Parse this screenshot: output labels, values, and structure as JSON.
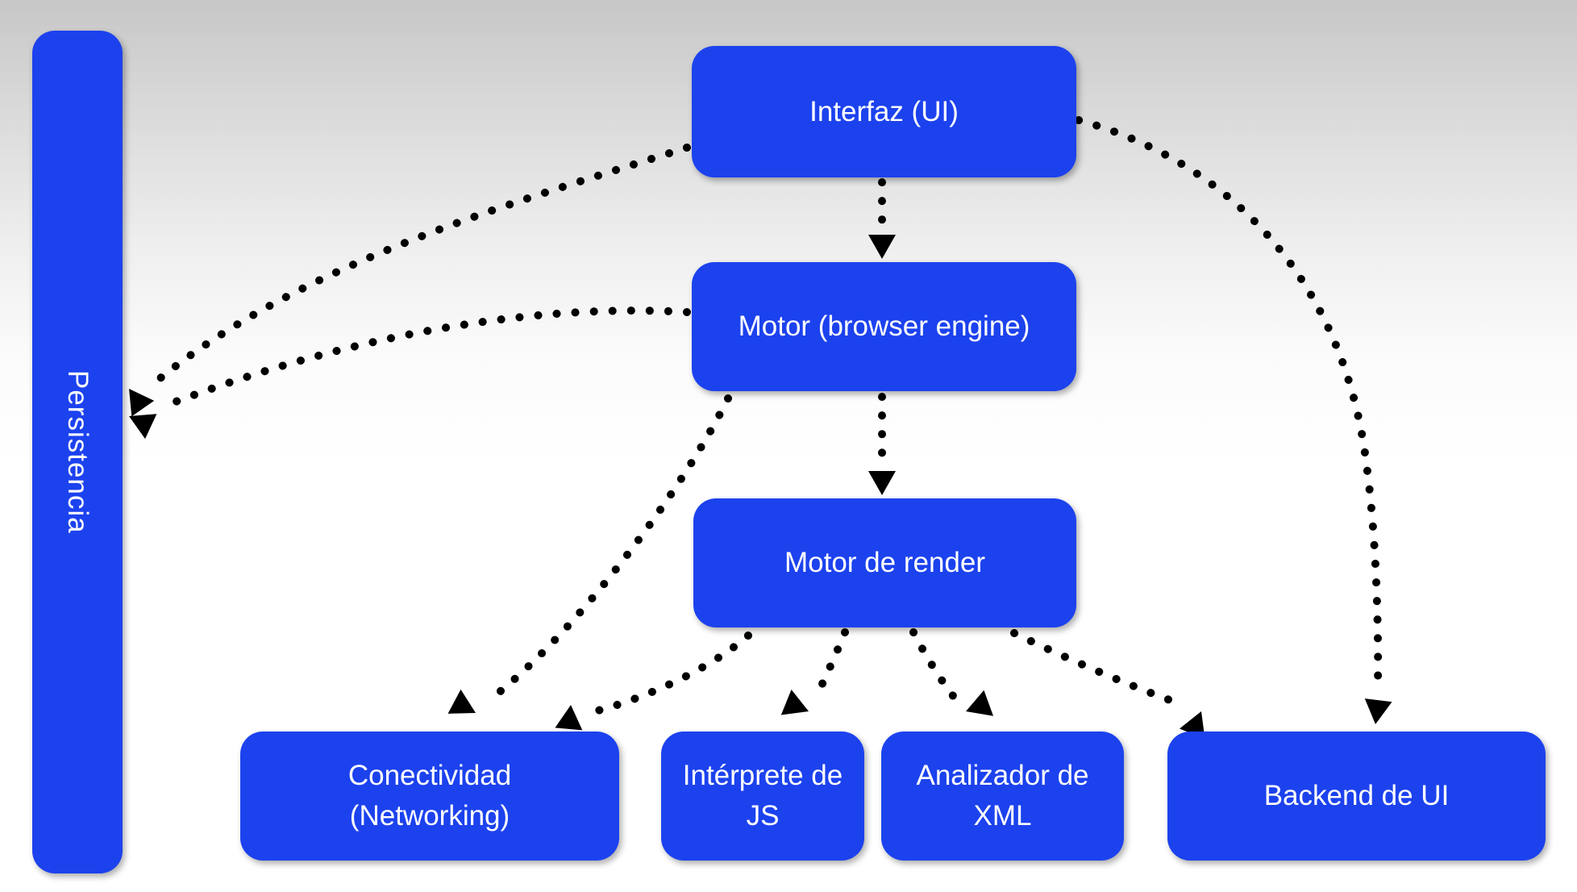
{
  "diagram": {
    "title_hint": "browser architecture diagram (Spanish)",
    "colors": {
      "box_fill": "#1c42ee",
      "box_text": "#ffffff",
      "connector": "#000000",
      "background_top": "#c7c7c7",
      "background_bottom": "#ffffff"
    },
    "nodes": {
      "persistencia": {
        "label": "Persistencia"
      },
      "interfaz": {
        "label": "Interfaz (UI)"
      },
      "motor": {
        "label": "Motor (browser engine)"
      },
      "render": {
        "label": "Motor de render"
      },
      "conectividad": {
        "label": "Conectividad (Networking)"
      },
      "interprete": {
        "label": "Intérprete de JS"
      },
      "analizador": {
        "label": "Analizador de XML"
      },
      "backend": {
        "label": "Backend de UI"
      }
    },
    "edges": [
      {
        "from": "interfaz",
        "to": "motor",
        "line": "dotted",
        "arrowhead": "down, at motor top"
      },
      {
        "from": "motor",
        "to": "render",
        "line": "dotted",
        "arrowhead": "down, at render top"
      },
      {
        "from": "interfaz",
        "to": "persistencia",
        "line": "dotted",
        "arrowhead": "up-left, at persistencia edge"
      },
      {
        "from": "motor",
        "to": "persistencia",
        "line": "dotted",
        "arrowhead": "up-left, at persistencia edge"
      },
      {
        "from": "interfaz",
        "to": "backend",
        "line": "dotted",
        "arrowhead": "down, at backend top"
      },
      {
        "from": "motor",
        "to": "conectividad",
        "line": "dotted",
        "arrowhead": "right-down, above conectividad"
      },
      {
        "from": "render",
        "to": "conectividad",
        "line": "dotted",
        "arrowhead": "up, above conectividad"
      },
      {
        "from": "render",
        "to": "interprete",
        "line": "dotted",
        "arrowhead": "right-down, above interprete"
      },
      {
        "from": "render",
        "to": "analizador",
        "line": "dotted",
        "arrowhead": "left-down, above analizador"
      },
      {
        "from": "render",
        "to": "backend",
        "line": "dotted",
        "arrowhead": "up-right, above backend"
      }
    ]
  }
}
